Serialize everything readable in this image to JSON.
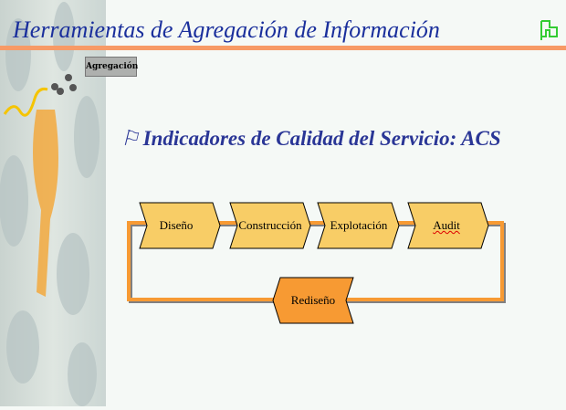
{
  "header": {
    "title": "Herramientas de Agregación de Información",
    "nav_icon": "flag-icon"
  },
  "button": {
    "label": "Agregación"
  },
  "subtitle": {
    "icon": "flag-icon",
    "text": "Indicadores de Calidad del Servicio: ACS"
  },
  "process": {
    "steps": [
      "Diseño",
      "Construcción",
      "Explotación",
      "Audit"
    ],
    "return_step": "Rediseño"
  },
  "colors": {
    "title": "#1a2f9c",
    "rule": "#f79a66",
    "step": "#f8cd66",
    "return_step": "#f79a33",
    "loop": "#f79a33"
  }
}
